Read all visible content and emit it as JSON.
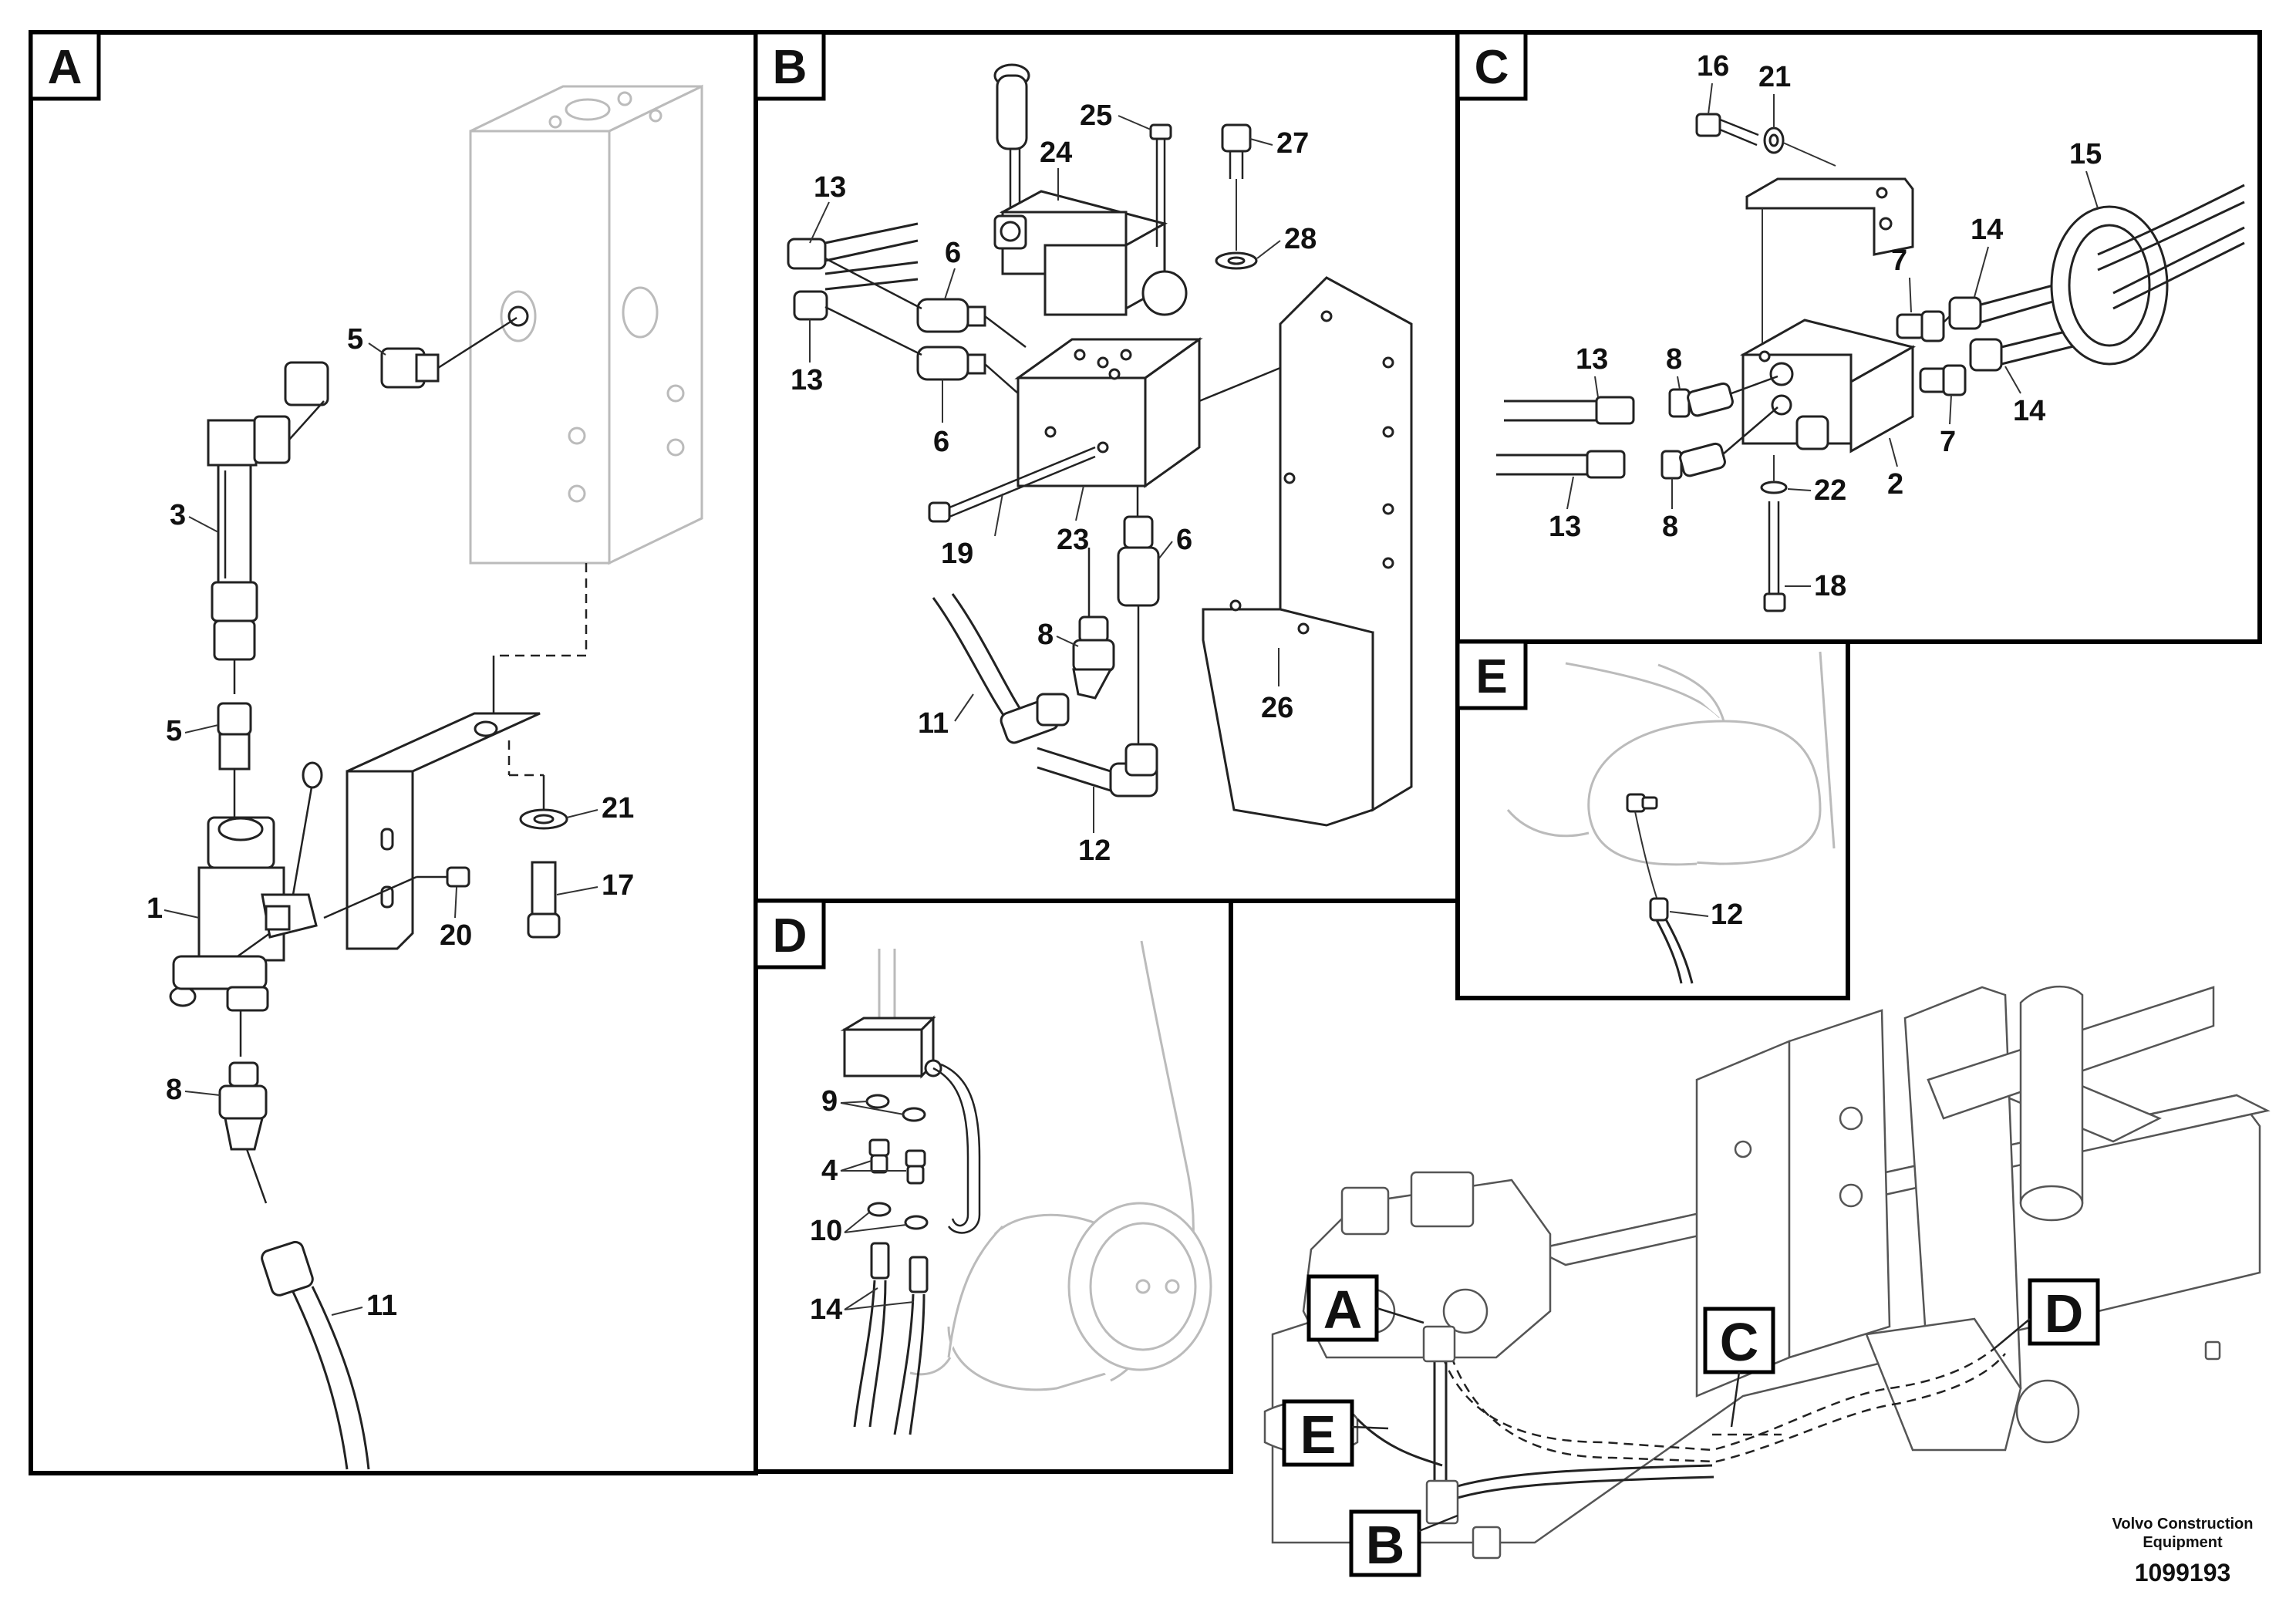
{
  "panels": {
    "A": {
      "letter": "A",
      "callouts": [
        "5",
        "3",
        "5",
        "1",
        "8",
        "11",
        "20",
        "21",
        "17"
      ]
    },
    "B": {
      "letter": "B",
      "callouts": [
        "13",
        "13",
        "24",
        "25",
        "27",
        "28",
        "6",
        "6",
        "6",
        "23",
        "19",
        "8",
        "11",
        "12",
        "26"
      ]
    },
    "C": {
      "letter": "C",
      "callouts": [
        "16",
        "21",
        "15",
        "14",
        "14",
        "7",
        "7",
        "13",
        "13",
        "8",
        "8",
        "2",
        "22",
        "18"
      ]
    },
    "D": {
      "letter": "D",
      "callouts": [
        "9",
        "4",
        "10",
        "14"
      ]
    },
    "E": {
      "letter": "E",
      "callouts": [
        "12"
      ]
    }
  },
  "overview": {
    "markers": [
      "A",
      "B",
      "C",
      "D",
      "E"
    ]
  },
  "footer": {
    "brand_line1": "Volvo Construction",
    "brand_line2": "Equipment",
    "doc_number": "1099193"
  }
}
